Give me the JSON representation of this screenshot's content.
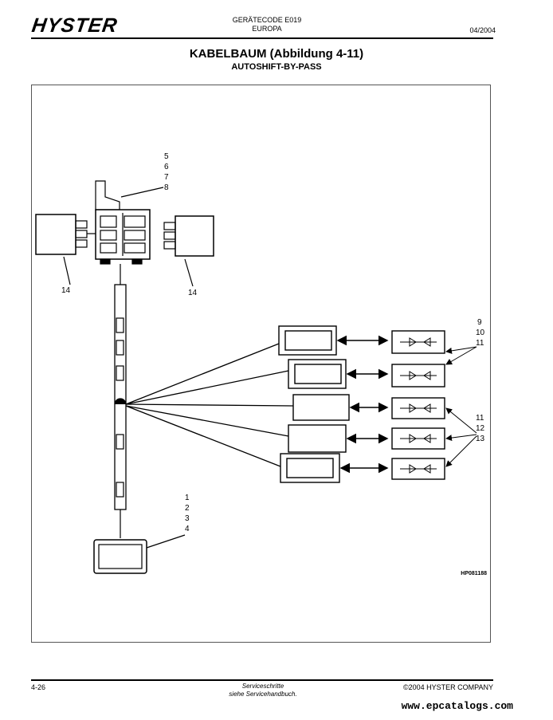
{
  "header": {
    "logo": "HYSTER",
    "code_line1": "GERÄTECODE E019",
    "code_line2": "EUROPA",
    "date": "04/2004"
  },
  "title": "KABELBAUM (Abbildung 4-11)",
  "subtitle": "AUTOSHIFT-BY-PASS",
  "figure": {
    "code": "HP081188",
    "callouts": {
      "c5": "5",
      "c6": "6",
      "c7": "7",
      "c8": "8",
      "c14a": "14",
      "c14b": "14",
      "c9": "9",
      "c10": "10",
      "c11a": "11",
      "c11b": "11",
      "c12": "12",
      "c13": "13",
      "c1": "1",
      "c2": "2",
      "c3": "3",
      "c4": "4"
    }
  },
  "footer": {
    "page": "4-26",
    "service_line1": "Serviceschritte",
    "service_line2": "siehe Servicehandbuch.",
    "copyright": "©2004 HYSTER COMPANY"
  },
  "watermark": "www.epcatalogs.com"
}
